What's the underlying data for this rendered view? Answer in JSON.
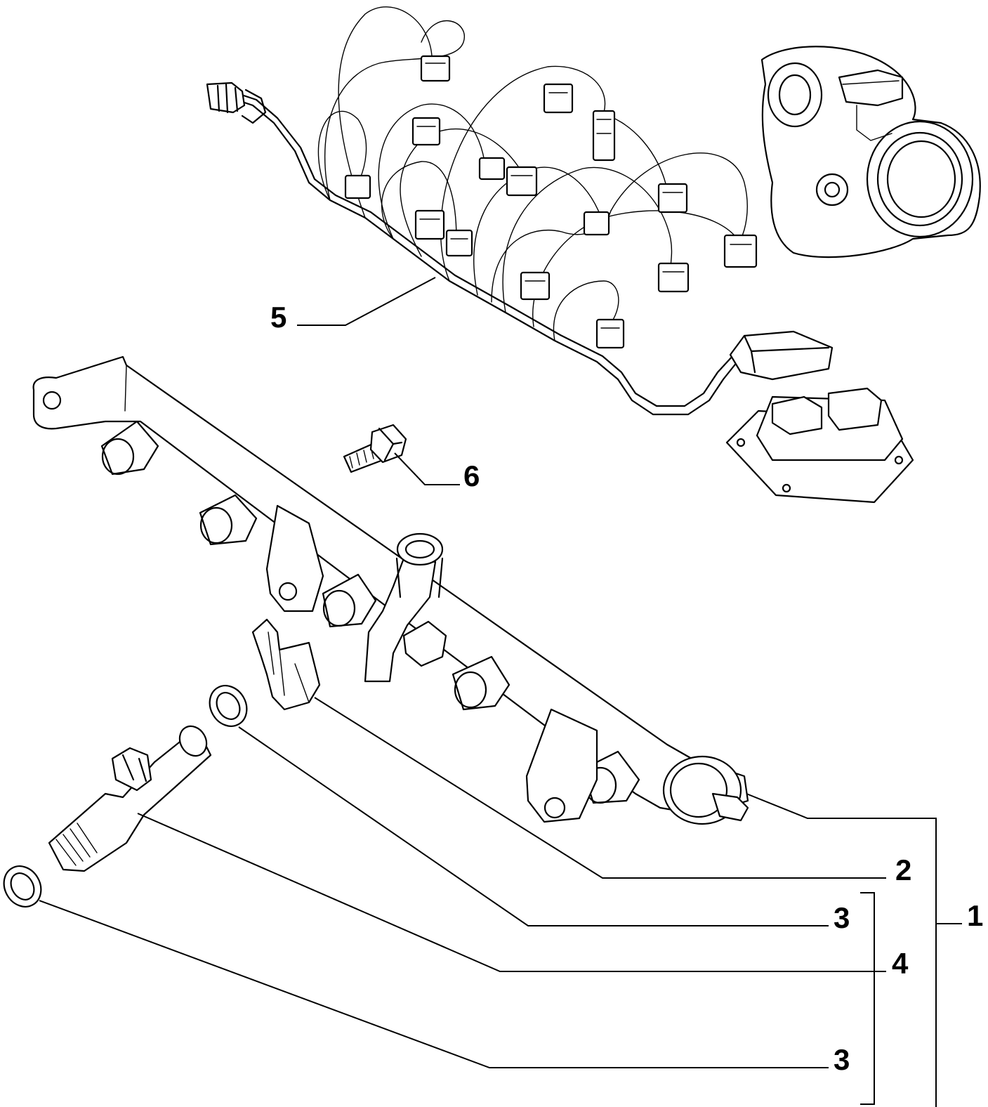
{
  "callouts": {
    "c1": "1",
    "c2": "2",
    "c3a": "3",
    "c3b": "3",
    "c4": "4",
    "c5": "5",
    "c6": "6"
  },
  "parts": {
    "fuel_rail": "fuel-rail",
    "wiring_harness": "injector-wiring-harness",
    "throttle_body": "throttle-body",
    "connector_block": "harness-connector-block",
    "bolt": "bolt",
    "clip": "injector-clip",
    "o_ring_upper": "o-ring",
    "o_ring_lower": "o-ring",
    "injector": "fuel-injector"
  }
}
